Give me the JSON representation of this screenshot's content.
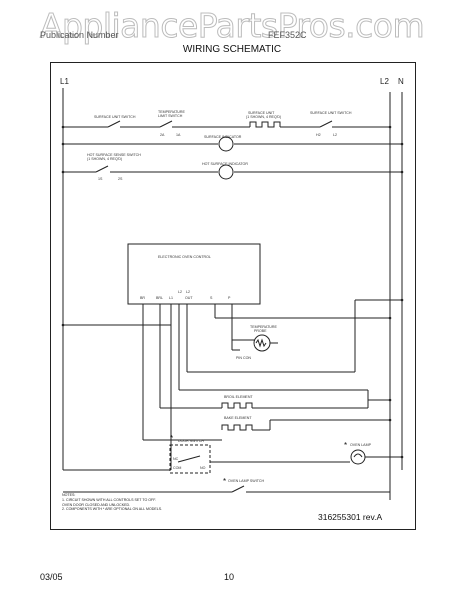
{
  "watermark": "AppliancePartsPros.com",
  "header": {
    "left_text": "Publication Number",
    "right_text": "FEF352C",
    "title": "WIRING SCHEMATIC"
  },
  "rails": {
    "l1": "L1",
    "l2": "L2",
    "n": "N"
  },
  "labels": {
    "surface_unit_switch": "SURFACE UNIT SWITCH",
    "temperature_limit_switch_1": "TEMPERATURE",
    "temperature_limit_switch_2": "LIMIT SWITCH",
    "surface_unit_1": "SURFACE UNIT",
    "surface_unit_2": "(1 SHOWN, 4 REQ'D)",
    "surface_unit_switch_right": "SURFACE UNIT SWITCH",
    "surface_indicator": "SURFACE INDICATOR",
    "hot_surface_sensor_1": "HOT SURFACE SENSE SWITCH",
    "hot_surface_sensor_2": "(1 SHOWN, 4 REQ'D)",
    "hot_surface_indicator": "HOT SURFACE INDICATOR",
    "electronic_oven_control": "ELECTRONIC OVEN CONTROL",
    "temperature_probe_1": "TEMPERATURE",
    "temperature_probe_2": "PROBE",
    "pin_con": "PIN CON",
    "broil_element": "BROIL ELEMENT",
    "bake_element": "BAKE ELEMENT",
    "door_switch": "DOOR SWITCH",
    "oven_lamp": "OVEN LAMP",
    "oven_lamp_switch": "OVEN LAMP SWITCH",
    "com": "COM",
    "nc": "NC",
    "no": "NO",
    "term_br": "BR",
    "term_brl": "BRL",
    "term_l1": "L1",
    "term_l2": "L2",
    "term_out": "OUT",
    "term_l2_top": "L2",
    "term_2a": "2A",
    "term_1a": "1A",
    "term_h2": "H2",
    "term_l2b": "L2",
    "term_1s": "1S",
    "term_2s": "2S",
    "term_s": "S",
    "term_p": "P"
  },
  "notes": {
    "heading": "NOTES:",
    "line1": "1. CIRCUIT SHOWN WITH ALL CONTROLS SET TO OFF.",
    "line2": "   OVEN DOOR CLOSED AND UNLOCKED.",
    "line3": "2. COMPONENTS WITH * ARE OPTIONAL ON ALL MODELS."
  },
  "document_number": "316255301 rev.A",
  "footer": {
    "date": "03/05",
    "page": "10"
  },
  "asterisk": "*"
}
